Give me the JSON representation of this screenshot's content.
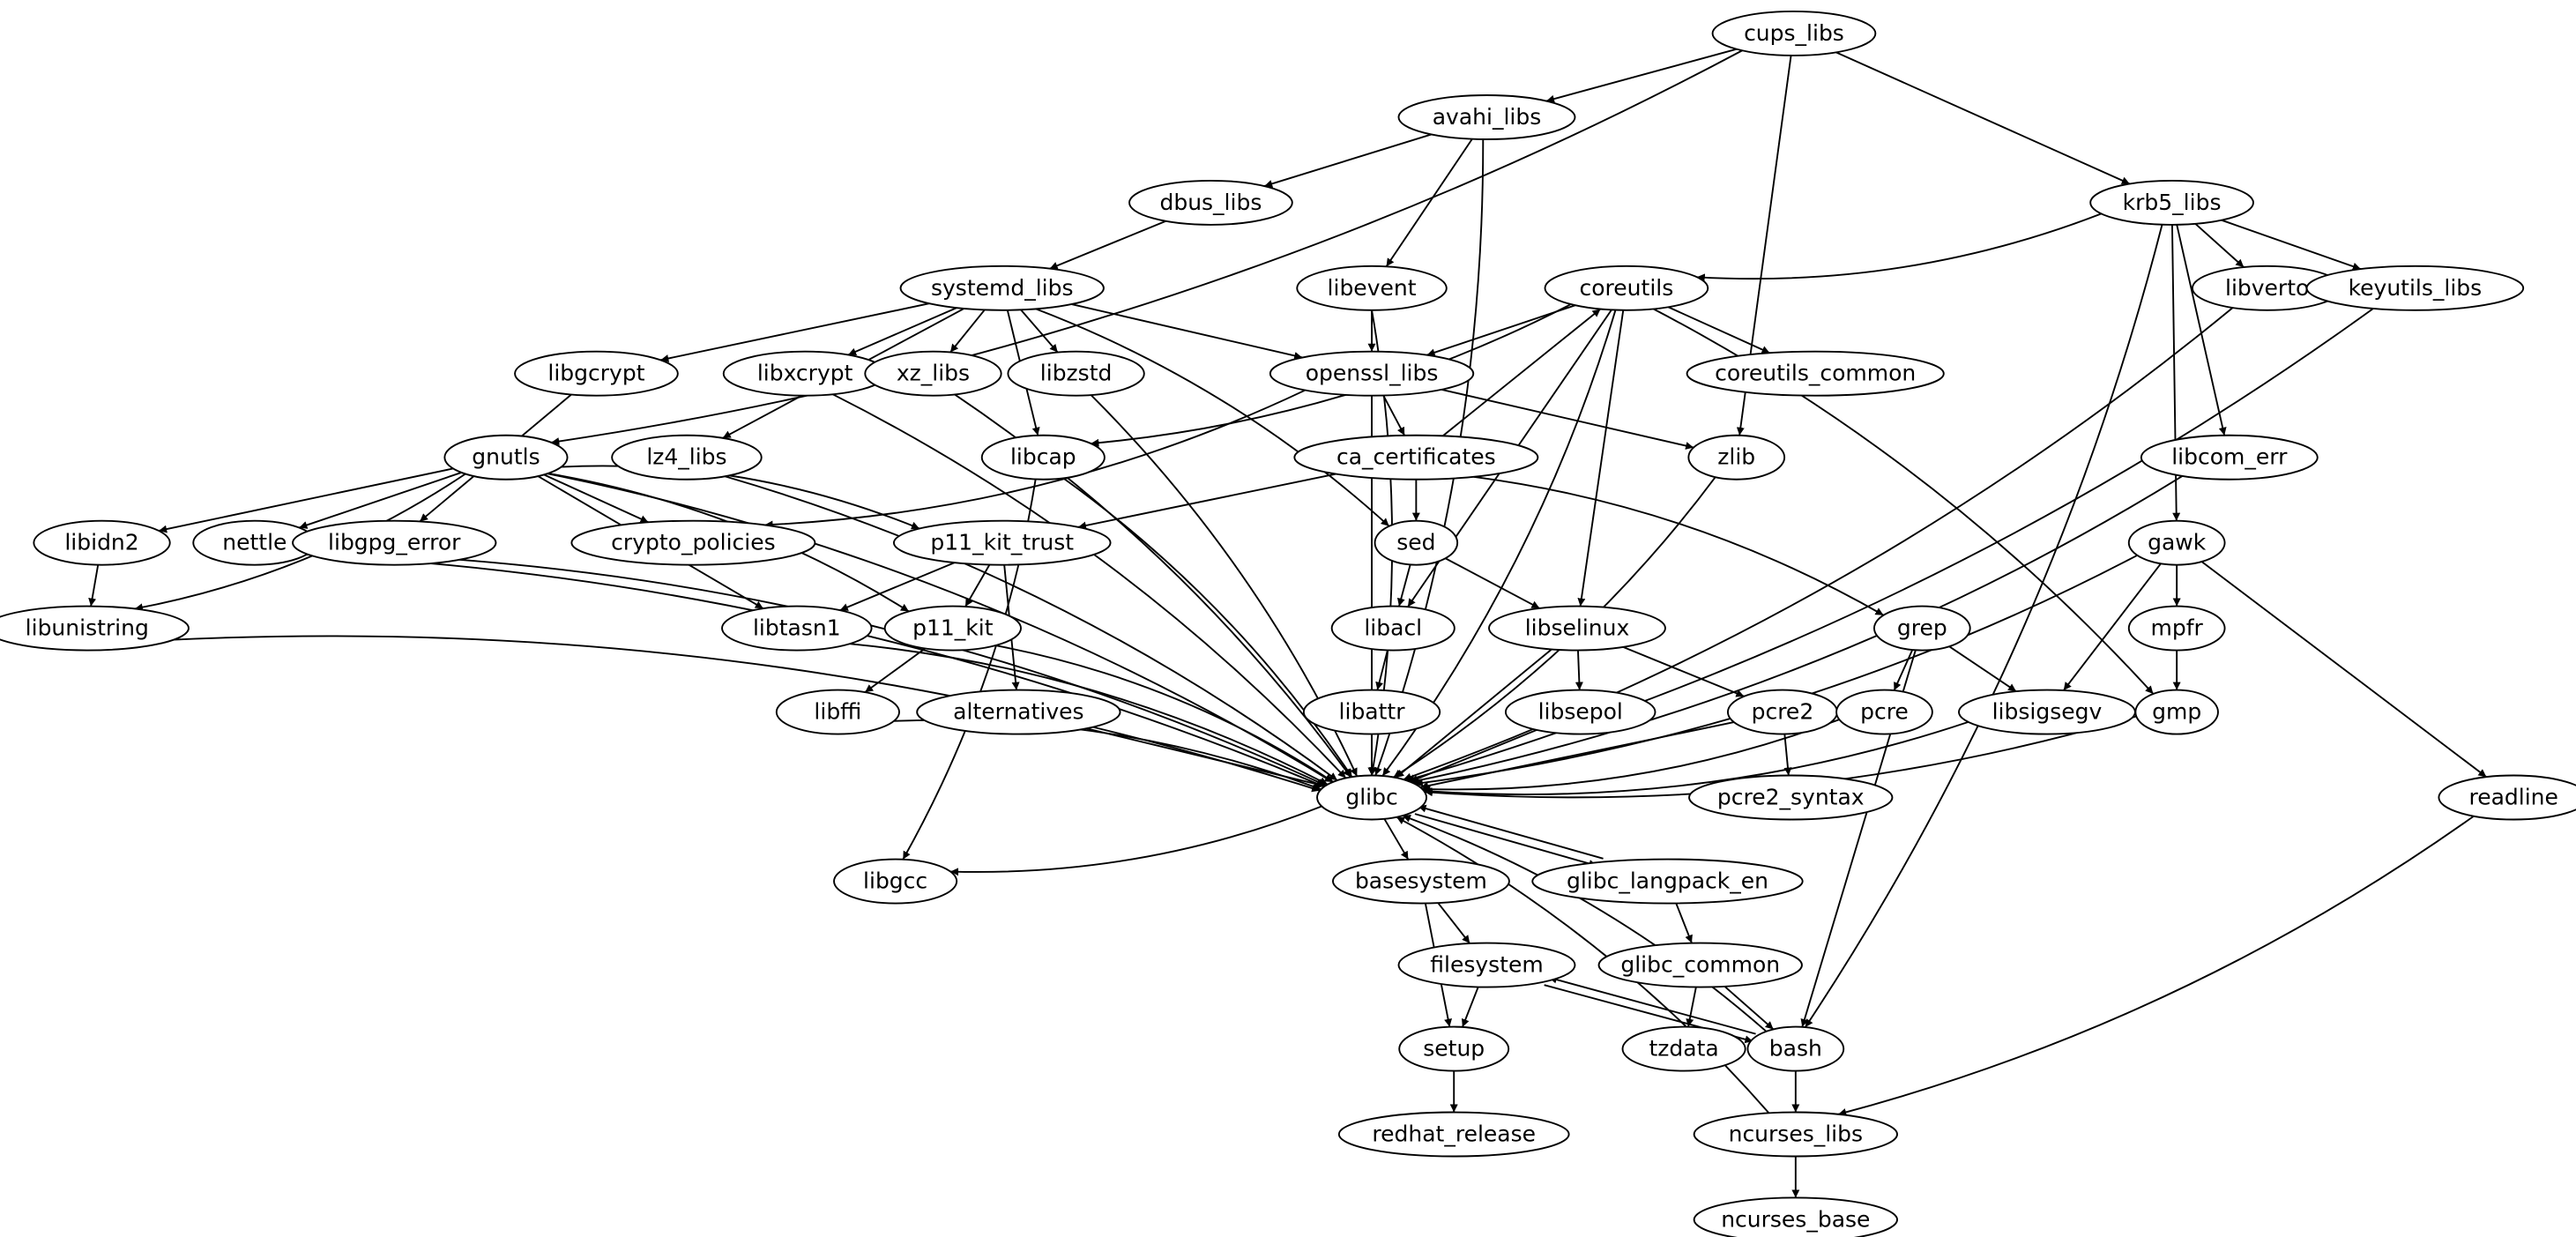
{
  "diagram": {
    "type": "dependency-graph",
    "colors": {
      "stroke": "#000000",
      "background": "#ffffff",
      "node_fill": "#ffffff"
    },
    "nodes": [
      {
        "id": "cups_libs",
        "label": "cups_libs"
      },
      {
        "id": "avahi_libs",
        "label": "avahi_libs"
      },
      {
        "id": "dbus_libs",
        "label": "dbus_libs"
      },
      {
        "id": "krb5_libs",
        "label": "krb5_libs"
      },
      {
        "id": "systemd_libs",
        "label": "systemd_libs"
      },
      {
        "id": "libevent",
        "label": "libevent"
      },
      {
        "id": "coreutils",
        "label": "coreutils"
      },
      {
        "id": "libverto",
        "label": "libverto"
      },
      {
        "id": "keyutils_libs",
        "label": "keyutils_libs"
      },
      {
        "id": "libgcrypt",
        "label": "libgcrypt"
      },
      {
        "id": "libxcrypt",
        "label": "libxcrypt"
      },
      {
        "id": "xz_libs",
        "label": "xz_libs"
      },
      {
        "id": "libzstd",
        "label": "libzstd"
      },
      {
        "id": "openssl_libs",
        "label": "openssl_libs"
      },
      {
        "id": "coreutils_common",
        "label": "coreutils_common"
      },
      {
        "id": "gnutls",
        "label": "gnutls"
      },
      {
        "id": "lz4_libs",
        "label": "lz4_libs"
      },
      {
        "id": "libcap",
        "label": "libcap"
      },
      {
        "id": "ca_certificates",
        "label": "ca_certificates"
      },
      {
        "id": "zlib",
        "label": "zlib"
      },
      {
        "id": "libcom_err",
        "label": "libcom_err"
      },
      {
        "id": "libidn2",
        "label": "libidn2"
      },
      {
        "id": "nettle",
        "label": "nettle"
      },
      {
        "id": "libgpg_error",
        "label": "libgpg_error"
      },
      {
        "id": "crypto_policies",
        "label": "crypto_policies"
      },
      {
        "id": "p11_kit_trust",
        "label": "p11_kit_trust"
      },
      {
        "id": "sed",
        "label": "sed"
      },
      {
        "id": "gawk",
        "label": "gawk"
      },
      {
        "id": "libunistring",
        "label": "libunistring"
      },
      {
        "id": "libtasn1",
        "label": "libtasn1"
      },
      {
        "id": "p11_kit",
        "label": "p11_kit"
      },
      {
        "id": "libacl",
        "label": "libacl"
      },
      {
        "id": "libselinux",
        "label": "libselinux"
      },
      {
        "id": "grep",
        "label": "grep"
      },
      {
        "id": "mpfr",
        "label": "mpfr"
      },
      {
        "id": "libffi",
        "label": "libffi"
      },
      {
        "id": "alternatives",
        "label": "alternatives"
      },
      {
        "id": "libattr",
        "label": "libattr"
      },
      {
        "id": "libsepol",
        "label": "libsepol"
      },
      {
        "id": "pcre2",
        "label": "pcre2"
      },
      {
        "id": "pcre",
        "label": "pcre"
      },
      {
        "id": "libsigsegv",
        "label": "libsigsegv"
      },
      {
        "id": "gmp",
        "label": "gmp"
      },
      {
        "id": "glibc",
        "label": "glibc"
      },
      {
        "id": "pcre2_syntax",
        "label": "pcre2_syntax"
      },
      {
        "id": "readline",
        "label": "readline"
      },
      {
        "id": "libgcc",
        "label": "libgcc"
      },
      {
        "id": "basesystem",
        "label": "basesystem"
      },
      {
        "id": "glibc_langpack_en",
        "label": "glibc_langpack_en"
      },
      {
        "id": "filesystem",
        "label": "filesystem"
      },
      {
        "id": "glibc_common",
        "label": "glibc_common"
      },
      {
        "id": "setup",
        "label": "setup"
      },
      {
        "id": "tzdata",
        "label": "tzdata"
      },
      {
        "id": "bash",
        "label": "bash"
      },
      {
        "id": "redhat_release",
        "label": "redhat_release"
      },
      {
        "id": "ncurses_libs",
        "label": "ncurses_libs"
      },
      {
        "id": "ncurses_base",
        "label": "ncurses_base"
      }
    ],
    "edges": [
      [
        "cups_libs",
        "avahi_libs"
      ],
      [
        "cups_libs",
        "gnutls"
      ],
      [
        "cups_libs",
        "krb5_libs"
      ],
      [
        "cups_libs",
        "zlib"
      ],
      [
        "avahi_libs",
        "dbus_libs"
      ],
      [
        "avahi_libs",
        "libevent"
      ],
      [
        "avahi_libs",
        "glibc"
      ],
      [
        "dbus_libs",
        "systemd_libs"
      ],
      [
        "krb5_libs",
        "coreutils"
      ],
      [
        "krb5_libs",
        "libverto"
      ],
      [
        "krb5_libs",
        "keyutils_libs"
      ],
      [
        "krb5_libs",
        "libcom_err"
      ],
      [
        "krb5_libs",
        "gawk"
      ],
      [
        "krb5_libs",
        "bash"
      ],
      [
        "systemd_libs",
        "libgcrypt"
      ],
      [
        "systemd_libs",
        "libxcrypt"
      ],
      [
        "systemd_libs",
        "xz_libs"
      ],
      [
        "systemd_libs",
        "libzstd"
      ],
      [
        "systemd_libs",
        "openssl_libs"
      ],
      [
        "systemd_libs",
        "lz4_libs"
      ],
      [
        "systemd_libs",
        "libcap"
      ],
      [
        "systemd_libs",
        "sed"
      ],
      [
        "libevent",
        "openssl_libs"
      ],
      [
        "libevent",
        "glibc"
      ],
      [
        "coreutils",
        "openssl_libs"
      ],
      [
        "coreutils",
        "coreutils_common"
      ],
      [
        "coreutils",
        "libcap"
      ],
      [
        "coreutils",
        "libacl"
      ],
      [
        "coreutils",
        "libselinux"
      ],
      [
        "coreutils",
        "gmp"
      ],
      [
        "coreutils",
        "glibc"
      ],
      [
        "libverto",
        "glibc"
      ],
      [
        "keyutils_libs",
        "glibc"
      ],
      [
        "libgcrypt",
        "libgpg_error"
      ],
      [
        "libxcrypt",
        "glibc"
      ],
      [
        "xz_libs",
        "glibc"
      ],
      [
        "libzstd",
        "glibc"
      ],
      [
        "openssl_libs",
        "ca_certificates"
      ],
      [
        "openssl_libs",
        "crypto_policies"
      ],
      [
        "openssl_libs",
        "zlib"
      ],
      [
        "openssl_libs",
        "glibc"
      ],
      [
        "gnutls",
        "libidn2"
      ],
      [
        "gnutls",
        "nettle"
      ],
      [
        "gnutls",
        "crypto_policies"
      ],
      [
        "gnutls",
        "p11_kit_trust"
      ],
      [
        "gnutls",
        "libunistring"
      ],
      [
        "gnutls",
        "libtasn1"
      ],
      [
        "gnutls",
        "p11_kit"
      ],
      [
        "gnutls",
        "glibc"
      ],
      [
        "lz4_libs",
        "glibc"
      ],
      [
        "libcap",
        "libgcc"
      ],
      [
        "libcap",
        "glibc"
      ],
      [
        "ca_certificates",
        "coreutils"
      ],
      [
        "ca_certificates",
        "sed"
      ],
      [
        "ca_certificates",
        "p11_kit_trust"
      ],
      [
        "ca_certificates",
        "grep"
      ],
      [
        "zlib",
        "glibc"
      ],
      [
        "libcom_err",
        "glibc"
      ],
      [
        "libidn2",
        "libunistring"
      ],
      [
        "nettle",
        "glibc"
      ],
      [
        "libgpg_error",
        "glibc"
      ],
      [
        "p11_kit_trust",
        "libtasn1"
      ],
      [
        "p11_kit_trust",
        "p11_kit"
      ],
      [
        "p11_kit_trust",
        "alternatives"
      ],
      [
        "sed",
        "libacl"
      ],
      [
        "sed",
        "libselinux"
      ],
      [
        "gawk",
        "mpfr"
      ],
      [
        "gawk",
        "libsigsegv"
      ],
      [
        "gawk",
        "readline"
      ],
      [
        "gawk",
        "glibc"
      ],
      [
        "libunistring",
        "glibc"
      ],
      [
        "libtasn1",
        "glibc"
      ],
      [
        "p11_kit",
        "libffi"
      ],
      [
        "p11_kit",
        "glibc"
      ],
      [
        "libacl",
        "libattr"
      ],
      [
        "libselinux",
        "libsepol"
      ],
      [
        "libselinux",
        "pcre2"
      ],
      [
        "libselinux",
        "glibc"
      ],
      [
        "grep",
        "pcre"
      ],
      [
        "grep",
        "libsigsegv"
      ],
      [
        "grep",
        "bash"
      ],
      [
        "mpfr",
        "gmp"
      ],
      [
        "libffi",
        "glibc"
      ],
      [
        "alternatives",
        "glibc"
      ],
      [
        "libattr",
        "glibc"
      ],
      [
        "libsepol",
        "glibc"
      ],
      [
        "pcre2",
        "pcre2_syntax"
      ],
      [
        "pcre2",
        "glibc"
      ],
      [
        "pcre",
        "glibc"
      ],
      [
        "libsigsegv",
        "glibc"
      ],
      [
        "gmp",
        "glibc"
      ],
      [
        "glibc",
        "libgcc"
      ],
      [
        "glibc",
        "basesystem"
      ],
      [
        "glibc",
        "glibc_langpack_en"
      ],
      [
        "glibc_langpack_en",
        "glibc"
      ],
      [
        "glibc_langpack_en",
        "glibc_common"
      ],
      [
        "basesystem",
        "filesystem"
      ],
      [
        "basesystem",
        "setup"
      ],
      [
        "filesystem",
        "setup"
      ],
      [
        "filesystem",
        "bash"
      ],
      [
        "glibc_common",
        "tzdata"
      ],
      [
        "glibc_common",
        "bash"
      ],
      [
        "bash",
        "filesystem"
      ],
      [
        "bash",
        "glibc"
      ],
      [
        "bash",
        "ncurses_libs"
      ],
      [
        "readline",
        "ncurses_libs"
      ],
      [
        "setup",
        "redhat_release"
      ],
      [
        "ncurses_libs",
        "glibc"
      ],
      [
        "ncurses_libs",
        "ncurses_base"
      ]
    ]
  }
}
